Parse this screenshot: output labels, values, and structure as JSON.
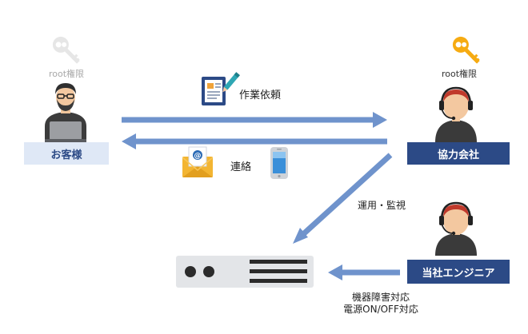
{
  "customer": {
    "key_label": "root権限",
    "name": "お客様"
  },
  "partner": {
    "key_label": "root権限",
    "name": "協力会社"
  },
  "engineer": {
    "name": "当社エンジニア"
  },
  "flows": {
    "request": "作業依頼",
    "contact": "連絡",
    "operation": "運用・監視",
    "hardware_line1": "機器障害対応",
    "hardware_line2": "電源ON/OFF対応"
  },
  "icons": {
    "customer_key": "key-icon-gray",
    "partner_key": "key-icon-orange",
    "request": "document-pen-icon",
    "contact_mail": "mail-icon",
    "contact_phone": "smartphone-icon",
    "customer": "person-laptop-icon",
    "partner": "headset-operator-icon",
    "engineer": "headset-operator-icon",
    "server": "server-icon"
  },
  "colors": {
    "arrow": "#6f93cc",
    "navy_box": "#2c4a86",
    "light_box": "#dfe8f6",
    "key_gray": "#e6e6e6",
    "key_orange": "#f6ab12",
    "server_body": "#e3e5e8"
  }
}
